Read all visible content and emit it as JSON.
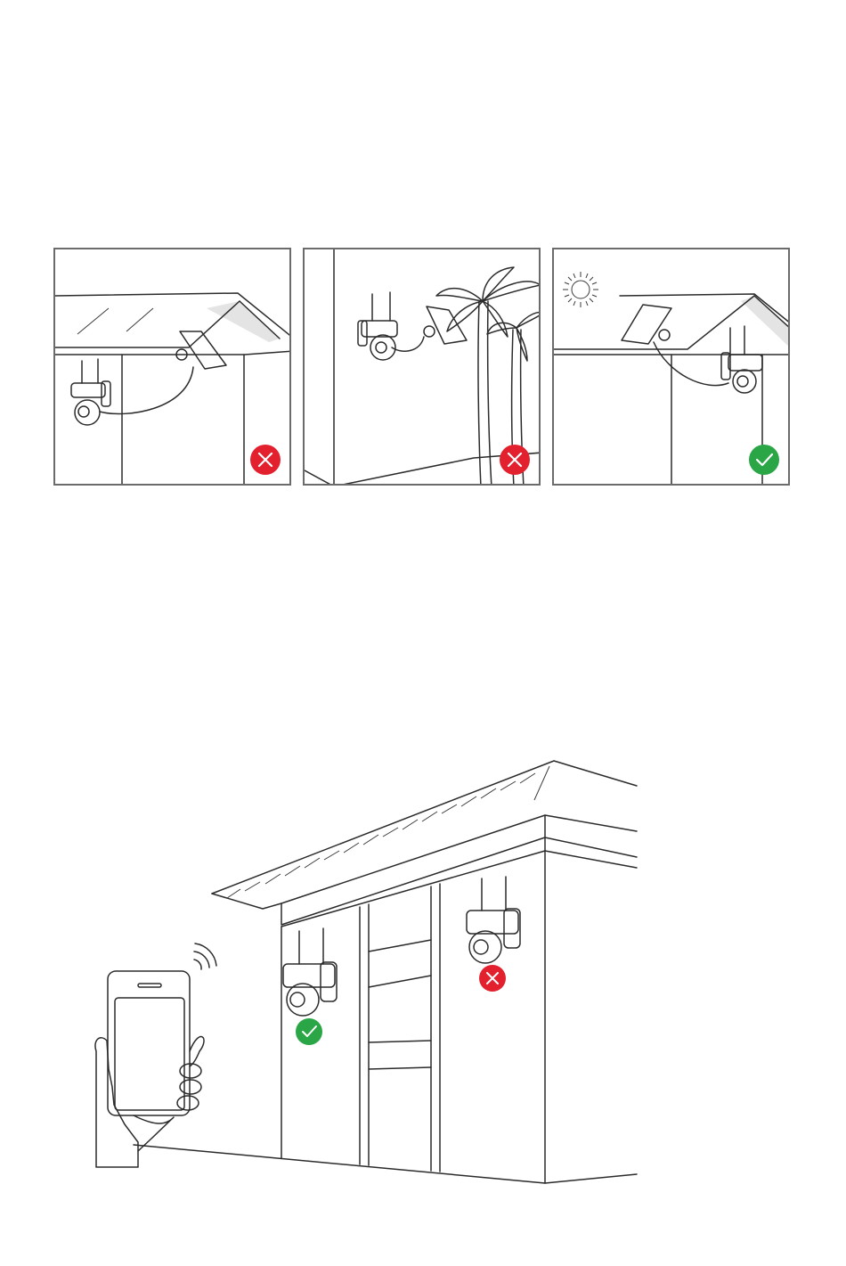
{
  "colors": {
    "bad": "#e3202e",
    "good": "#2aa647",
    "outline": "#6b6b6b",
    "line": "#2b2b2b",
    "roof_shade": "#e4e4e4"
  },
  "panels": [
    {
      "id": "under-roof-overhang",
      "result": "incorrect",
      "icon": "cross-icon"
    },
    {
      "id": "shaded-by-tree",
      "result": "incorrect",
      "icon": "cross-icon"
    },
    {
      "id": "direct-sunlight",
      "result": "correct",
      "icon": "check-icon"
    }
  ],
  "wifi_scene": {
    "near_camera": {
      "result": "correct",
      "icon": "check-icon"
    },
    "far_camera": {
      "result": "incorrect",
      "icon": "cross-icon"
    },
    "signal_icon": "wifi-signal-icon",
    "phone_icon": "smartphone-icon"
  }
}
